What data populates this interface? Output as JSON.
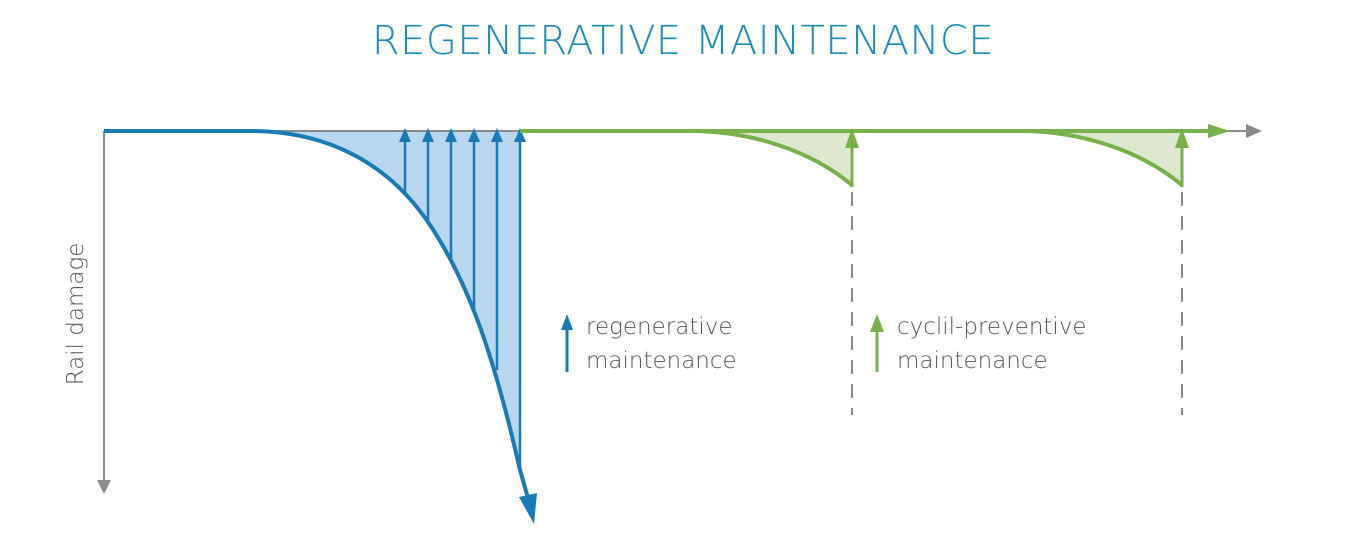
{
  "title": "REGENERATIVE MAINTENANCE",
  "y_axis_label": "Rail damage",
  "legend": {
    "regenerative": {
      "line1": "regenerative",
      "line2": "maintenance"
    },
    "cyclic_preventive": {
      "line1": "cyclil-preventive",
      "line2": "maintenance"
    }
  },
  "colors": {
    "regenerative": "#1a7ab5",
    "regenerative_fill": "#b8d6ee",
    "preventive": "#78b04a",
    "preventive_fill": "#dde8cf",
    "axis": "#8a8a8a",
    "dashed": "#8a8a8a"
  }
}
